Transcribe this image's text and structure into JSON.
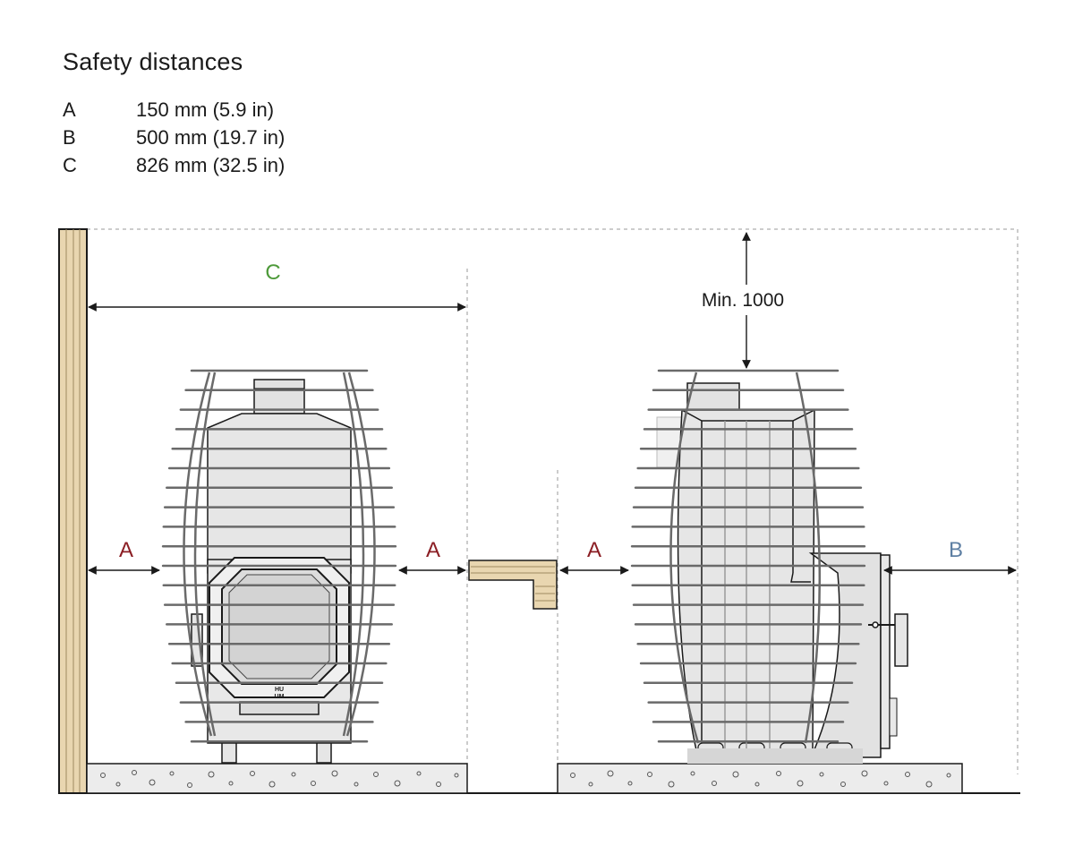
{
  "title": "Safety distances",
  "legend": [
    {
      "key": "A",
      "value": "150 mm (5.9 in)"
    },
    {
      "key": "B",
      "value": "500 mm (19.7 in)"
    },
    {
      "key": "C",
      "value": "826 mm (32.5 in)"
    }
  ],
  "labels": {
    "a": "A",
    "b": "B",
    "c": "C",
    "min_height": "Min. 1000",
    "brand_top": "HU",
    "brand_bottom": "UM"
  },
  "colors": {
    "a": "#8b1e24",
    "b": "#5e7fa3",
    "c": "#4e9a3a",
    "wood": "#e9d6b0",
    "heater_body": "#e6e6e6",
    "rods": "#6a6a6a"
  }
}
